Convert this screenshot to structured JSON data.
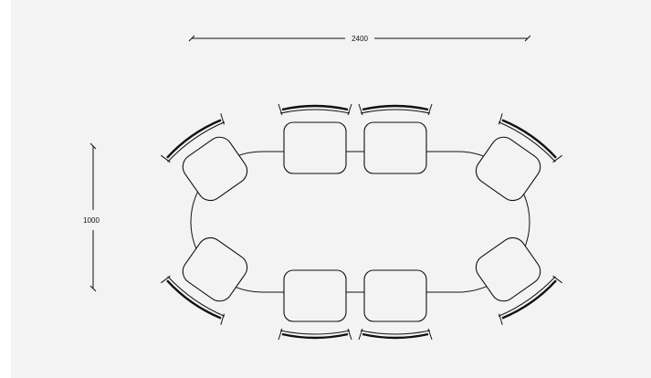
{
  "dimensions": {
    "width_label": "2400",
    "depth_label": "1000"
  },
  "table": {
    "shape": "racetrack-oval",
    "chairs": 8
  },
  "colors": {
    "background": "#f3f3f3",
    "line": "#111111"
  }
}
